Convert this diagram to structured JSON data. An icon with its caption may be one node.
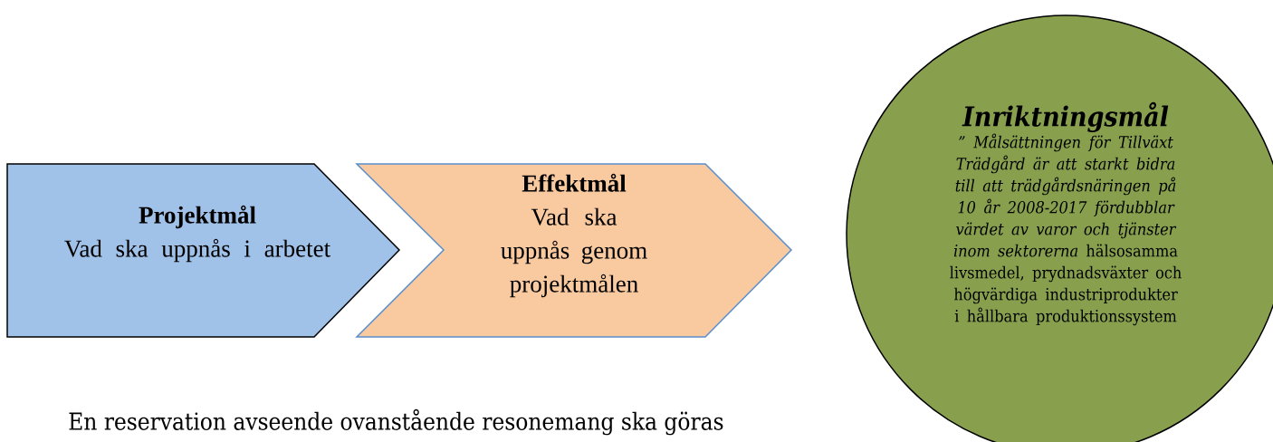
{
  "diagram": {
    "nodes": [
      {
        "text": [
          "Projektmål",
          "Vad ska uppnås i arbetet"
        ]
      },
      {
        "text": [
          "Effektmål",
          "Vad ska uppnås genom projektmålen"
        ]
      },
      {
        "text": [
          "Inriktningsmål",
          "*” Målsättningen för Tillväxt Trädgård är att starkt bidra till att trädgårdsnäringen på 10 år 2008-2017 fördubblar värdet av varor och tjänster inom sektorerna* hälsosamma livsmedel, prydnadsväxter och högvärdiga industriprodukter i hållbara produktionssystem"
        ]
      }
    ],
    "labels": [
      "En reservation avseende ovanstående resonemang ska göras"
    ]
  }
}
